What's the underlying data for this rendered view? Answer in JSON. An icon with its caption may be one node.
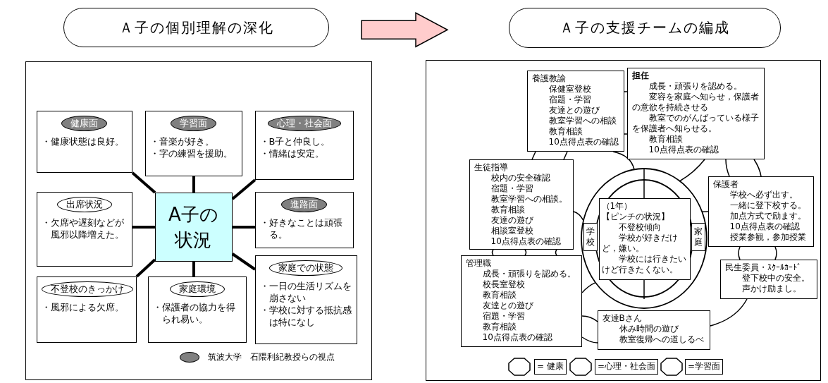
{
  "diagram": {
    "nodes": [
      {
        "text": [
          "Ａ子の個別理解の深化"
        ]
      },
      {
        "text": [
          "Ａ子の支援チームの編成"
        ]
      },
      {
        "text": [],
        "shape": "box"
      },
      {
        "text": [
          "A子の状況"
        ],
        "in": 2
      },
      {
        "text": [
          "健康面",
          "・健康状態は良好。"
        ],
        "in": 2
      },
      {
        "text": [
          "学習面",
          "・音楽が好き。",
          "・字の練習を援助。"
        ],
        "in": 2
      },
      {
        "text": [
          "心理・社会面",
          "・B子と仲良し。",
          "・情緒は安定。"
        ],
        "in": 2
      },
      {
        "text": [
          "出席状況",
          "・欠席や遅刻などが風邪以降増えた。"
        ],
        "in": 2
      },
      {
        "text": [
          "進路面",
          "・好きなことは頑張る。"
        ],
        "in": 2
      },
      {
        "text": [
          "不登校のきっかけ",
          "・風邪による欠席。"
        ],
        "in": 2
      },
      {
        "text": [
          "家庭環境",
          "・保護者の協力を得られ易い。"
        ],
        "in": 2
      },
      {
        "text": [
          "家庭での状態",
          "・一日の生活リズムを崩さない",
          "・学校に対する抵抗感は特になし"
        ],
        "in": 2
      },
      {
        "text": [],
        "shape": "box"
      },
      {
        "text": [
          "養護教諭",
          "保健室登校",
          "宿題・学習",
          "友達との遊び",
          "教室学習への相談",
          "教育相談",
          "10点得点表の確認"
        ],
        "in": 12
      },
      {
        "text": [
          "担任",
          "成長・頑張りを認める。",
          "変容を家庭へ知らせ，保護者の意欲を持続させる",
          "教室でのがんばっている様子を保護者へ知らせる。",
          "教育相談",
          "10点得点表の確認"
        ],
        "in": 12
      },
      {
        "text": [
          "生徒指導",
          "校内の安全確認",
          "宿題・学習",
          "教室学習への相談。",
          "教育相談",
          "友達の遊び",
          "相談室登校",
          "10点得点表の確認"
        ],
        "in": 12
      },
      {
        "text": [
          "保護者",
          "学校へ必ず出す。",
          "一緒に登下校する。",
          "加点方式で励ます。",
          "10点得点表の確認",
          "授業参観，参加授業"
        ],
        "in": 12
      },
      {
        "text": [],
        "shape": "circle",
        "in": 12
      },
      {
        "text": [],
        "shape": "circle",
        "in": 17
      },
      {
        "text": [
          "学校"
        ],
        "in": 17
      },
      {
        "text": [
          "（1年）",
          "【ピンチの状況】",
          "不登校傾向",
          "学校が好きだけど，嫌い。",
          "学校には行きたいけど行きたくない。"
        ],
        "in": 18
      },
      {
        "text": [
          "家庭"
        ],
        "in": 17
      },
      {
        "text": [
          "管理職",
          "成長・頑張りを認める。",
          "校長室登校",
          "教育相談",
          "友達との遊び",
          "宿題・学習",
          "教育相談",
          "10点得点表の確認"
        ],
        "in": 12
      },
      {
        "text": [
          "民生委員・ｽｸｰﾙｶｰﾄﾞ",
          "登下校中の安全。",
          "声かけ励まし。"
        ],
        "in": 12
      },
      {
        "text": [
          "友達Bさん",
          "休み時間の遊び",
          "教室復帰への道しるべ"
        ],
        "in": 12
      }
    ],
    "edges": [
      {
        "from": 0,
        "to": 1,
        "arrow": "to",
        "style": "thick",
        "color": "#ffcccc"
      },
      {
        "from": 3,
        "to": 4,
        "arrow": "none",
        "style": "thick"
      },
      {
        "from": 3,
        "to": 5,
        "arrow": "none",
        "style": "thick"
      },
      {
        "from": 3,
        "to": 6,
        "arrow": "none",
        "style": "thick"
      },
      {
        "from": 3,
        "to": 7,
        "arrow": "none",
        "style": "thick"
      },
      {
        "from": 3,
        "to": 8,
        "arrow": "none",
        "style": "thick"
      },
      {
        "from": 3,
        "to": 9,
        "arrow": "none",
        "style": "thick"
      },
      {
        "from": 3,
        "to": 10,
        "arrow": "none",
        "style": "thick"
      },
      {
        "from": 3,
        "to": 11,
        "arrow": "none",
        "style": "thick"
      },
      {
        "from": 13,
        "to": 14,
        "arrow": "none"
      },
      {
        "from": 13,
        "to": 14,
        "arrow": "none"
      },
      {
        "from": 13,
        "to": 15,
        "arrow": "none"
      },
      {
        "from": 13,
        "to": 15,
        "arrow": "none"
      },
      {
        "from": 14,
        "to": 16,
        "arrow": "none"
      },
      {
        "from": 14,
        "to": 16,
        "arrow": "none"
      },
      {
        "from": 15,
        "to": 22,
        "arrow": "none"
      },
      {
        "from": 15,
        "to": 22,
        "arrow": "none"
      },
      {
        "from": 15,
        "to": 22,
        "arrow": "none"
      },
      {
        "from": 16,
        "to": 23,
        "arrow": "none"
      },
      {
        "from": 16,
        "to": 23,
        "arrow": "none"
      },
      {
        "from": 23,
        "to": 24,
        "arrow": "none"
      },
      {
        "from": 22,
        "to": 24,
        "arrow": "none"
      },
      {
        "from": 22,
        "to": 24,
        "arrow": "none"
      },
      {
        "from": 15,
        "to": 17,
        "arrow": "none"
      },
      {
        "from": 14,
        "to": 17,
        "arrow": "none"
      },
      {
        "from": 16,
        "to": 17,
        "arrow": "none"
      },
      {
        "from": 22,
        "to": 17,
        "arrow": "none"
      },
      {
        "from": 13,
        "to": 17,
        "arrow": "none"
      }
    ],
    "legend": [
      {
        "text": "筑波大学　石隈利紀教授らの視点",
        "color": "#808080"
      },
      {
        "text": "= 健康"
      },
      {
        "text": "=心理・社会面"
      },
      {
        "text": "=学習面"
      }
    ]
  }
}
